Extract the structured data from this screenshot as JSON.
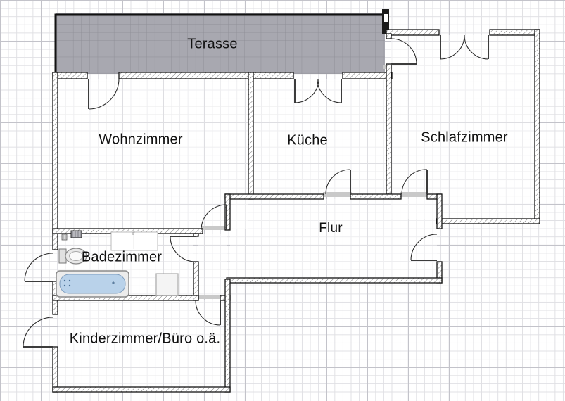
{
  "rooms": [
    {
      "name": "terasse",
      "label": "Terasse"
    },
    {
      "name": "wohnzimmer",
      "label": "Wohnzimmer"
    },
    {
      "name": "kueche",
      "label": "Küche"
    },
    {
      "name": "schlafzimmer",
      "label": "Schlafzimmer"
    },
    {
      "name": "flur",
      "label": "Flur"
    },
    {
      "name": "badezimmer",
      "label": "Badezimmer"
    },
    {
      "name": "kinderzimmer",
      "label": "Kinderzimmer/Büro o.ä."
    }
  ],
  "fixtures": [
    {
      "name": "bathtub"
    },
    {
      "name": "toilet"
    },
    {
      "name": "washbasin"
    },
    {
      "name": "shower-tray"
    },
    {
      "name": "radiator"
    },
    {
      "name": "vent-symbol"
    }
  ],
  "door_count": "12",
  "colors": {
    "terrace_fill": "#a8a8b0",
    "terrace_grid": "#8f8f97",
    "bathtub_fill": "#b9d2ea",
    "bathtub_rim": "#ececec",
    "wall_outline": "#141414"
  }
}
